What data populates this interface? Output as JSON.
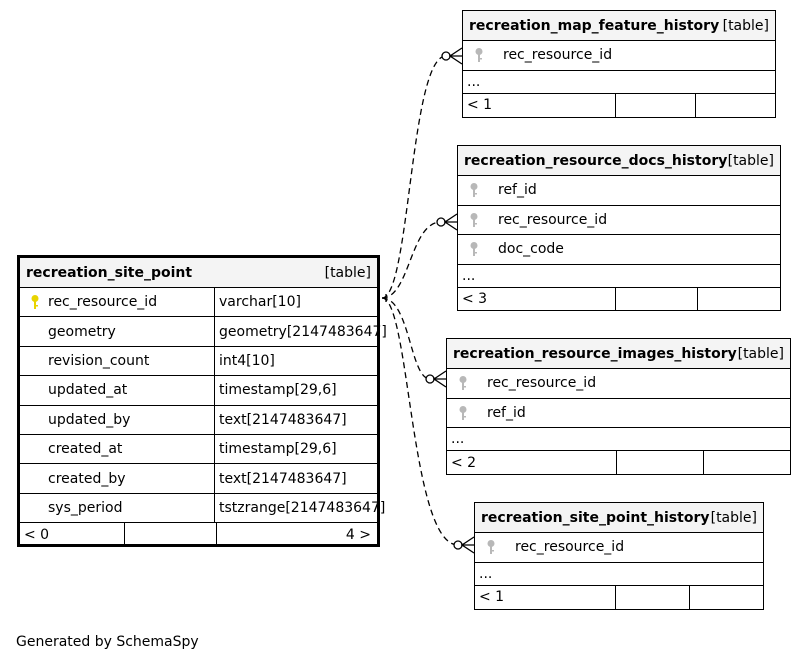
{
  "tables": {
    "main": {
      "name": "recreation_site_point",
      "kind": "[table]",
      "columns": [
        {
          "name": "rec_resource_id",
          "type": "varchar[10]",
          "pk": true
        },
        {
          "name": "geometry",
          "type": "geometry[2147483647]"
        },
        {
          "name": "revision_count",
          "type": "int4[10]"
        },
        {
          "name": "updated_at",
          "type": "timestamp[29,6]"
        },
        {
          "name": "updated_by",
          "type": "text[2147483647]"
        },
        {
          "name": "created_at",
          "type": "timestamp[29,6]"
        },
        {
          "name": "created_by",
          "type": "text[2147483647]"
        },
        {
          "name": "sys_period",
          "type": "tstzrange[2147483647]"
        }
      ],
      "parents": "< 0",
      "children": "4 >"
    },
    "map_feature_history": {
      "name": "recreation_map_feature_history",
      "kind": "[table]",
      "columns": [
        "rec_resource_id"
      ],
      "more": "...",
      "parents": "< 1"
    },
    "docs_history": {
      "name": "recreation_resource_docs_history",
      "kind": "[table]",
      "columns": [
        "ref_id",
        "rec_resource_id",
        "doc_code"
      ],
      "more": "...",
      "parents": "< 3"
    },
    "images_history": {
      "name": "recreation_resource_images_history",
      "kind": "[table]",
      "columns": [
        "rec_resource_id",
        "ref_id"
      ],
      "more": "...",
      "parents": "< 2"
    },
    "site_point_history": {
      "name": "recreation_site_point_history",
      "kind": "[table]",
      "columns": [
        "rec_resource_id"
      ],
      "more": "...",
      "parents": "< 1"
    }
  },
  "footer": "Generated by SchemaSpy",
  "colors": {
    "pk_key": "#e8d400",
    "fk_key": "#b8b8b8",
    "header_bg": "#f4f4f4"
  }
}
